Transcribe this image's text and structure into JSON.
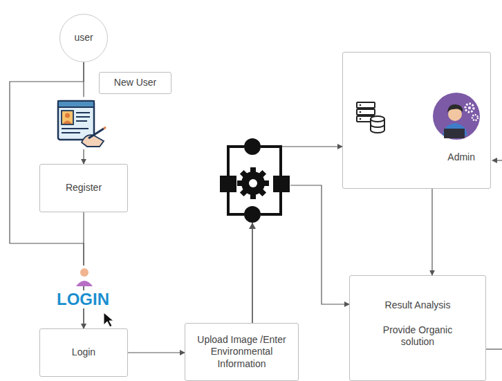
{
  "diagram": {
    "nodes": [
      {
        "text": [
          "user"
        ]
      },
      {
        "text": [
          "New User"
        ]
      },
      {
        "text": [
          "Register"
        ]
      },
      {
        "text": [
          "Login"
        ]
      },
      {
        "text": [
          "Upload Image /Enter Environmental Information"
        ]
      },
      {
        "text": [
          "Admin"
        ]
      },
      {
        "text": [
          "Result Analysis",
          "Provide Organic solution"
        ]
      }
    ],
    "edges": [
      {
        "from": 0,
        "to": 2,
        "arrow": "to"
      },
      {
        "from": 0,
        "to": 3,
        "arrow": "to"
      },
      {
        "from": 2,
        "to": 3,
        "arrow": "to"
      },
      {
        "from": 3,
        "to": 4,
        "arrow": "to"
      },
      {
        "from": 4,
        "to": 5,
        "arrow": "to"
      },
      {
        "from": 4,
        "to": 6,
        "arrow": "to"
      },
      {
        "from": 5,
        "to": 6,
        "arrow": "to"
      }
    ],
    "labels": [
      "LOGIN"
    ]
  }
}
